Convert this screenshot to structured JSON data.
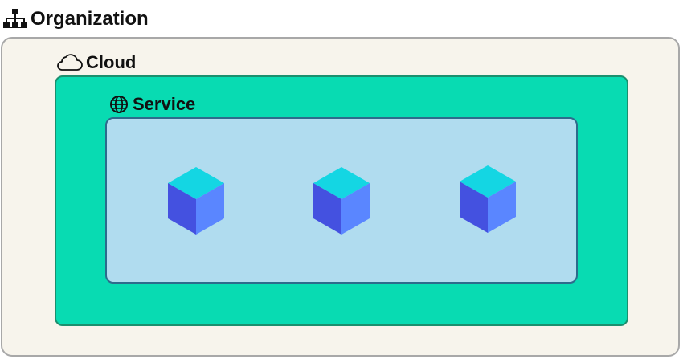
{
  "organization": {
    "label": "Organization",
    "icon": "org-chart-icon"
  },
  "cloud": {
    "label": "Cloud",
    "icon": "cloud-icon",
    "color": "#08dbb2"
  },
  "service": {
    "label": "Service",
    "icon": "globe-icon",
    "color": "#b0dcef",
    "nodes": [
      {
        "icon": "cube-icon"
      },
      {
        "icon": "cube-icon"
      },
      {
        "icon": "cube-icon"
      }
    ]
  },
  "colors": {
    "organization_background": "#f7f4ec",
    "cube_top": "#14d6e3",
    "cube_left": "#4451e0",
    "cube_right": "#5a86ff"
  }
}
